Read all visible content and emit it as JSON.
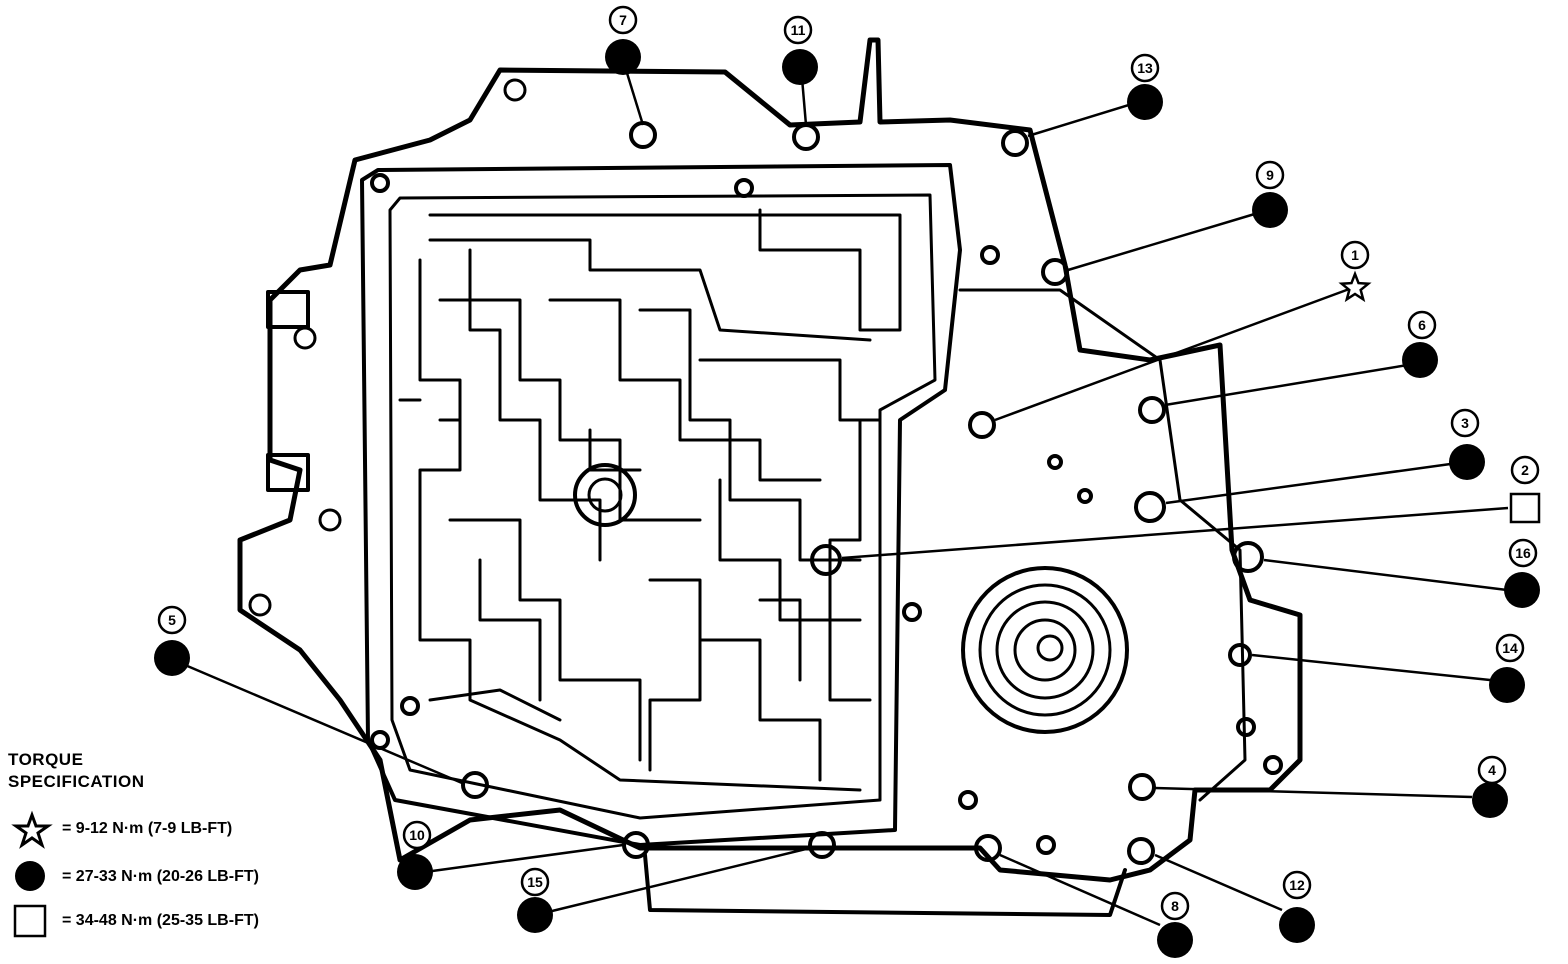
{
  "legend": {
    "title_line1": "TORQUE",
    "title_line2": "SPECIFICATION",
    "items": [
      {
        "symbol": "star-icon",
        "text": "= 9-12 N·m (7-9 LB-FT)"
      },
      {
        "symbol": "filled-circle-icon",
        "text": "= 27-33 N·m (20-26 LB-FT)"
      },
      {
        "symbol": "open-square-icon",
        "text": "= 34-48 N·m (25-35 LB-FT)"
      }
    ]
  },
  "callouts": [
    "1",
    "2",
    "3",
    "4",
    "5",
    "6",
    "7",
    "8",
    "9",
    "10",
    "11",
    "12",
    "13",
    "14",
    "15",
    "16"
  ],
  "colors": {
    "ink": "#000000",
    "paper": "#ffffff"
  }
}
